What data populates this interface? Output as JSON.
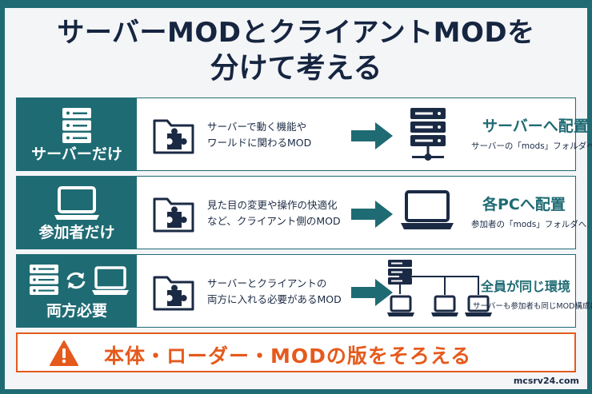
{
  "title": {
    "line1": "サーバーMODとクライアントMODを",
    "line2": "分けて考える"
  },
  "rows": [
    {
      "label": "サーバーだけ",
      "desc_line1": "サーバーで動く機能や",
      "desc_line2": "ワールドに関わるMOD",
      "dest_title": "サーバーへ配置",
      "dest_sub": "サーバーの「mods」フォルダへ"
    },
    {
      "label": "参加者だけ",
      "desc_line1": "見た目の変更や操作の快適化",
      "desc_line2": "など、クライアント側のMOD",
      "dest_title": "各PCへ配置",
      "dest_sub": "参加者の「mods」フォルダへ"
    },
    {
      "label": "両方必要",
      "desc_line1": "サーバーとクライアントの",
      "desc_line2": "両方に入れる必要があるMOD",
      "dest_title": "全員が同じ環境",
      "dest_sub": "サーバーも参加者も同じMOD構成に"
    }
  ],
  "warning": "本体・ローダー・MODの版をそろえる",
  "site": "mcsrv24.com",
  "colors": {
    "teal": "#1f6b73",
    "navy": "#1b2a44",
    "orange": "#e55a1c"
  },
  "icons": [
    "server-icon",
    "laptop-icon",
    "sync-icon",
    "folder-puzzle-icon",
    "arrow-right-icon",
    "server-network-icon",
    "warning-icon"
  ]
}
